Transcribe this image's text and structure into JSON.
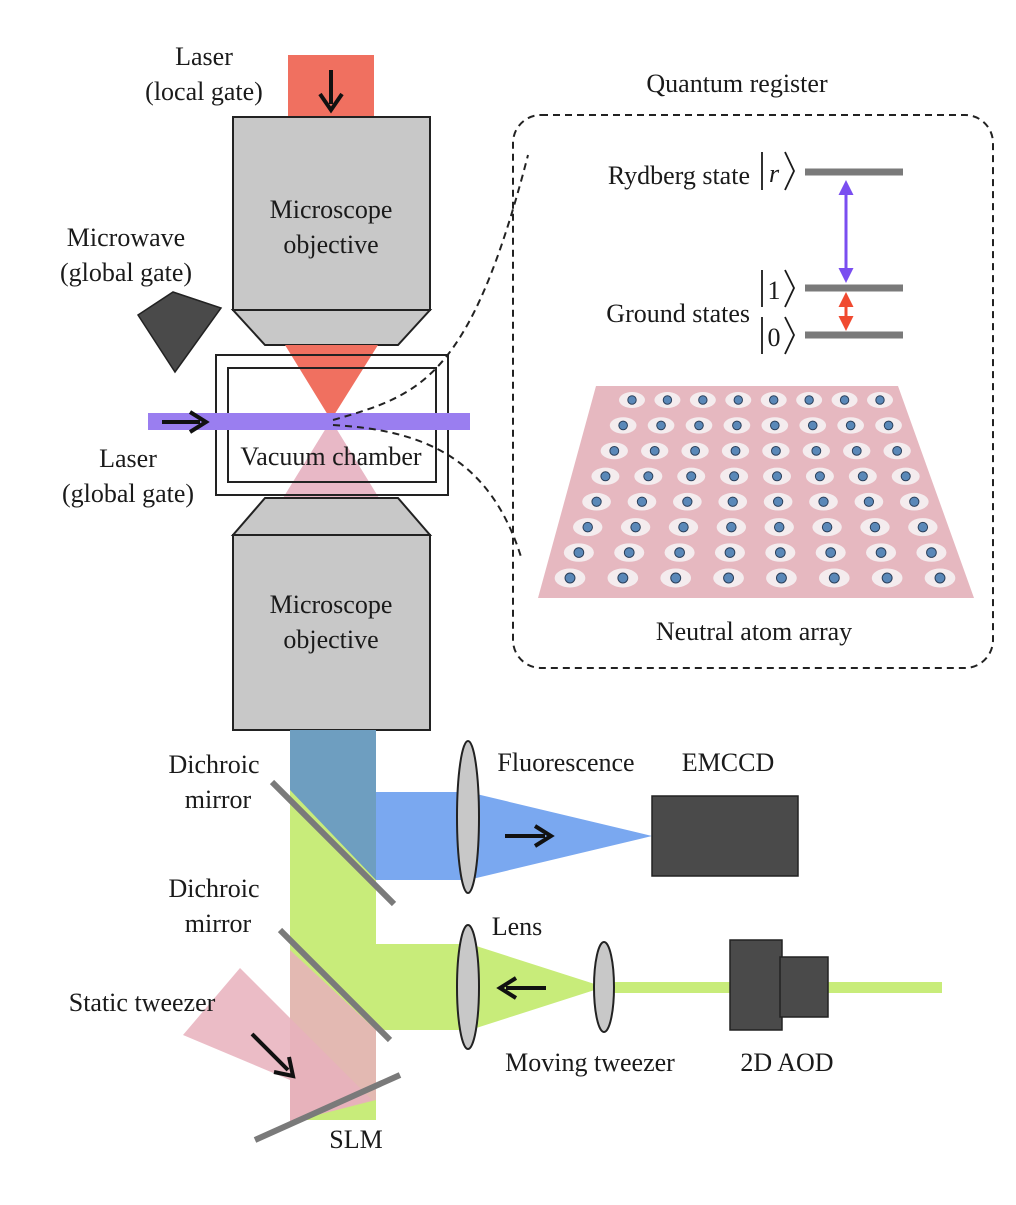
{
  "labels": {
    "laser_local_line1": "Laser",
    "laser_local_line2": "(local gate)",
    "microscope_top_line1": "Microscope",
    "microscope_top_line2": "objective",
    "microwave_line1": "Microwave",
    "microwave_line2": "(global gate)",
    "laser_global_line1": "Laser",
    "laser_global_line2": "(global gate)",
    "vacuum_chamber": "Vacuum chamber",
    "microscope_bottom_line1": "Microscope",
    "microscope_bottom_line2": "objective",
    "quantum_register": "Quantum register",
    "rydberg_state": "Rydberg state",
    "ground_states": "Ground states",
    "ket_r_symbol": "r",
    "ket_1_symbol": "1",
    "ket_0_symbol": "0",
    "neutral_atom_array": "Neutral atom array",
    "dichroic_mirror_1_line1": "Dichroic",
    "dichroic_mirror_1_line2": "mirror",
    "dichroic_mirror_2_line1": "Dichroic",
    "dichroic_mirror_2_line2": "mirror",
    "fluorescence": "Fluorescence",
    "emccd": "EMCCD",
    "lens": "Lens",
    "static_tweezer": "Static tweezer",
    "moving_tweezer": "Moving tweezer",
    "aod": "2D AOD",
    "slm": "SLM"
  },
  "atom_array": {
    "rows": 8,
    "columns": 8
  },
  "colors": {
    "objective_gray": "#c8c8c8",
    "device_dark": "#4a4a4a",
    "laser_local_red": "#f07060",
    "laser_global_violet": "#9a7ef0",
    "fluorescence_blue": "#7aa8f0",
    "fluorescence_column": "#6e9ec0",
    "tweezer_green": "#c8ec7a",
    "static_tweezer_pink": "#e8b0bc",
    "atom_plane_pink": "#e6b8c0",
    "rydberg_arrow_violet": "#7a4ef0",
    "ground_arrow_red": "#f04a30",
    "level_gray": "#7a7a7a"
  },
  "icons": [
    "down-arrow-icon",
    "right-arrow-icon",
    "left-arrow-icon",
    "diagonal-arrow-icon",
    "microwave-horn-icon"
  ]
}
